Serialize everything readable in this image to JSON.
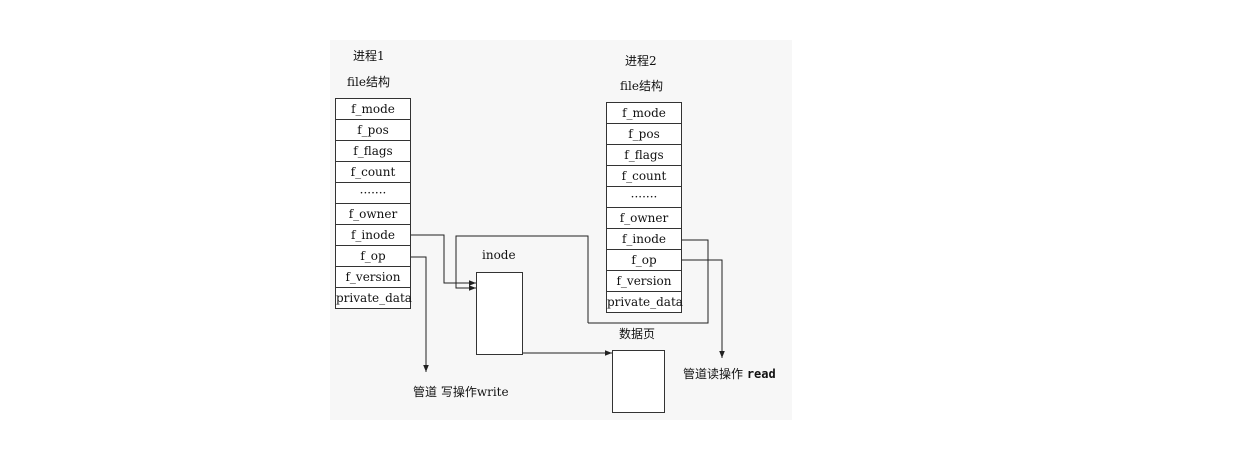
{
  "process1": {
    "title": "进程1",
    "struct_label": "file结构",
    "fields": [
      "f_mode",
      "f_pos",
      "f_flags",
      "f_count",
      "·······",
      "f_owner",
      "f_inode",
      "f_op",
      "f_version",
      "private_data"
    ]
  },
  "process2": {
    "title": "进程2",
    "struct_label": "file结构",
    "fields": [
      "f_mode",
      "f_pos",
      "f_flags",
      "f_count",
      "·······",
      "f_owner",
      "f_inode",
      "f_op",
      "f_version",
      "private_data"
    ]
  },
  "inode": {
    "label": "inode"
  },
  "data_page": {
    "label": "数据页"
  },
  "write_op": {
    "prefix": "管道 写操作",
    "suffix": "write"
  },
  "read_op": {
    "prefix": "管道读操作 ",
    "suffix": "read"
  }
}
